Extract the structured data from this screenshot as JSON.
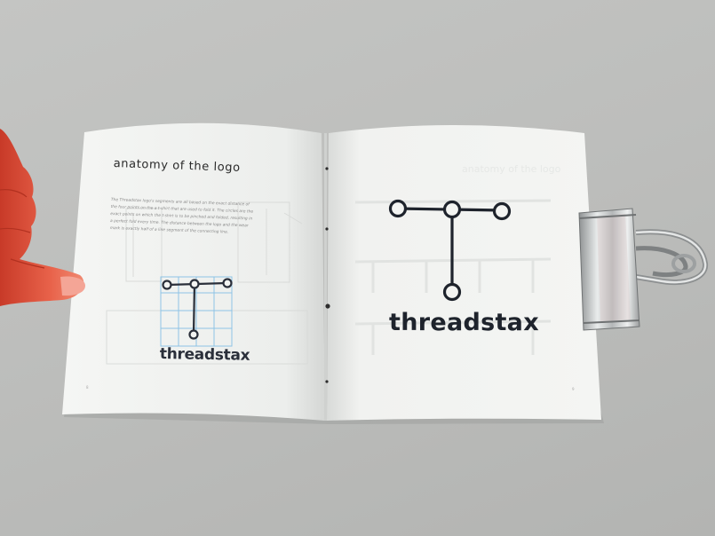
{
  "left_page": {
    "heading": "anatomy of the logo",
    "paragraph": "The Threadstax logo's segments are all based on the exact distance of the four points on the a t-shirt that are used to fold it. The circles are the exact points on which the t-shirt is to be pinched and folded, resulting in a perfect fold every time. The distance between the logo and the wear mark is exactly half of a line segment of the connecting line.",
    "wordmark": "threadstax",
    "page_number": "8"
  },
  "right_page": {
    "wordmark": "threadstax",
    "page_number": "9"
  },
  "colors": {
    "background": "#bdbebc",
    "paper": "#f3f4f2",
    "ink": "#1e232c",
    "guide_blue": "#8ec3e6",
    "skin": "#e0573f"
  }
}
